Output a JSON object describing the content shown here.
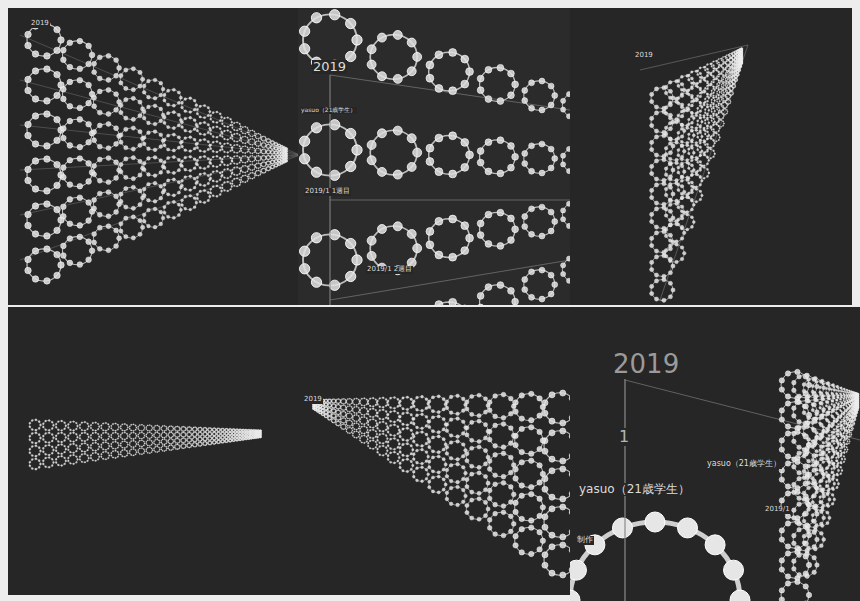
{
  "diagram": {
    "labels": [
      "2019",
      "2019",
      "yasuo（21歳学生）",
      "2019/1 1週目",
      "2019/1 2週目",
      "2019",
      "2019",
      "2019",
      "1",
      "yasuo（21歳学生）",
      "yasuo（21歳学生）",
      "2019/1",
      "制作"
    ]
  }
}
